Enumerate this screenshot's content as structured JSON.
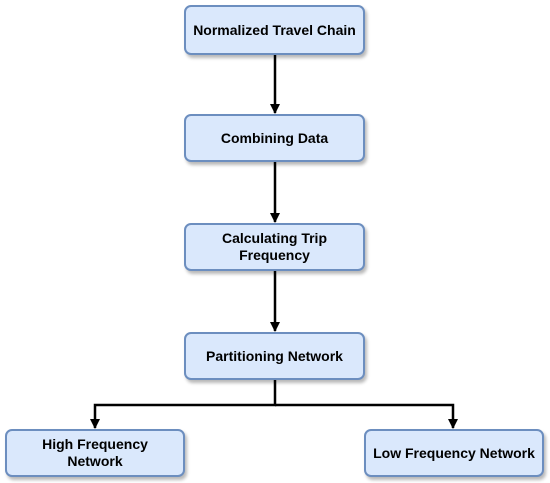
{
  "diagram": {
    "nodes": [
      {
        "id": "normalized",
        "label": "Normalized Travel Chain"
      },
      {
        "id": "combining",
        "label": "Combining Data"
      },
      {
        "id": "calculating",
        "label": "Calculating Trip Frequency"
      },
      {
        "id": "partitioning",
        "label": "Partitioning Network"
      },
      {
        "id": "high",
        "label": "High Frequency Network"
      },
      {
        "id": "low",
        "label": "Low Frequency Network"
      }
    ],
    "edges": [
      {
        "from": "normalized",
        "to": "combining"
      },
      {
        "from": "combining",
        "to": "calculating"
      },
      {
        "from": "calculating",
        "to": "partitioning"
      },
      {
        "from": "partitioning",
        "to": "high"
      },
      {
        "from": "partitioning",
        "to": "low"
      }
    ],
    "colors": {
      "node_fill": "#dae8fc",
      "node_border": "#6c8ebf",
      "edge": "#000000"
    }
  }
}
